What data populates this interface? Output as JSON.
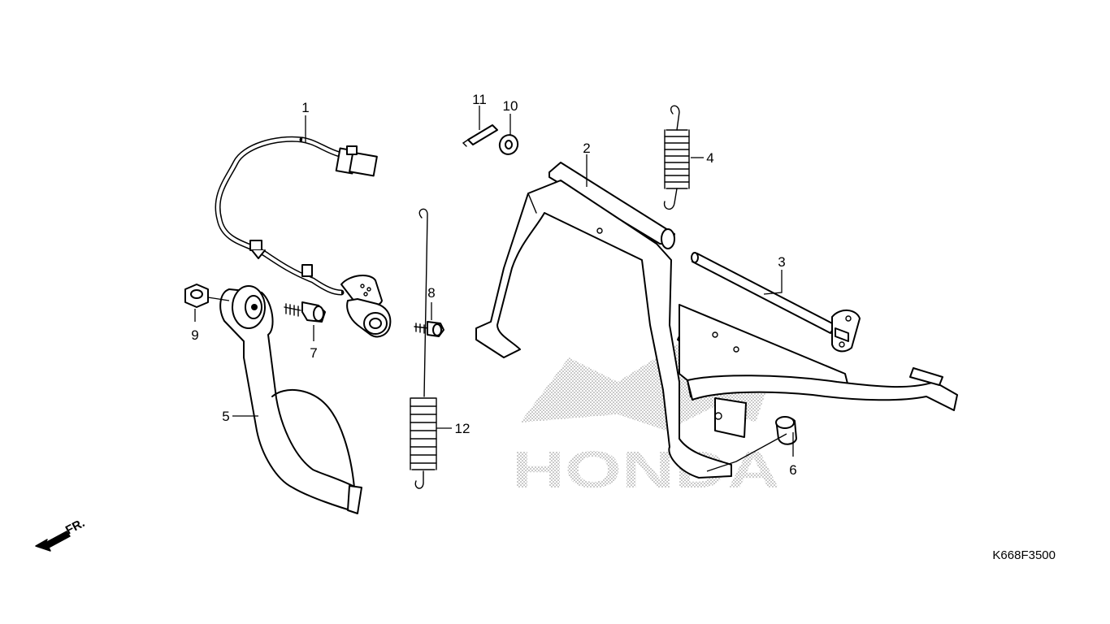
{
  "callouts": {
    "c1": "1",
    "c2": "2",
    "c3": "3",
    "c4": "4",
    "c5": "5",
    "c6": "6",
    "c7": "7",
    "c8": "8",
    "c9": "9",
    "c10": "10",
    "c11": "11",
    "c12": "12"
  },
  "diagram_code": "K668F3500",
  "front_marker": "FR.",
  "watermark": "HONDA"
}
